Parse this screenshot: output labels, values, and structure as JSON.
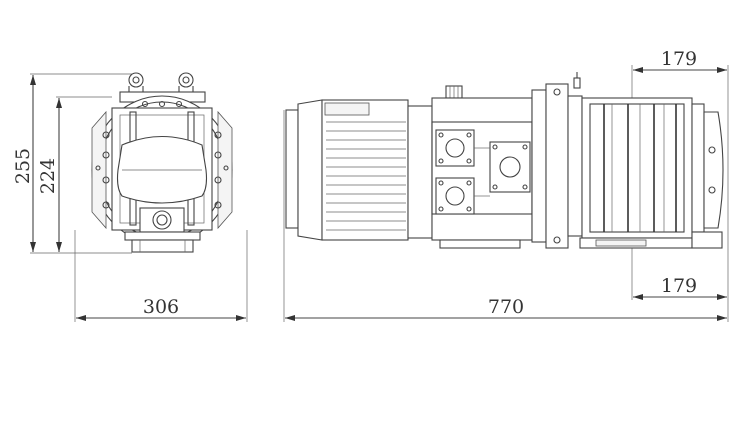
{
  "dimensions": {
    "front_height_outer": "255",
    "front_height_inner": "224",
    "front_width": "306",
    "side_length": "770",
    "side_top_right": "179",
    "side_bottom_right": "179"
  },
  "colors": {
    "line": "#444444",
    "text": "#333333",
    "background": "#ffffff"
  }
}
